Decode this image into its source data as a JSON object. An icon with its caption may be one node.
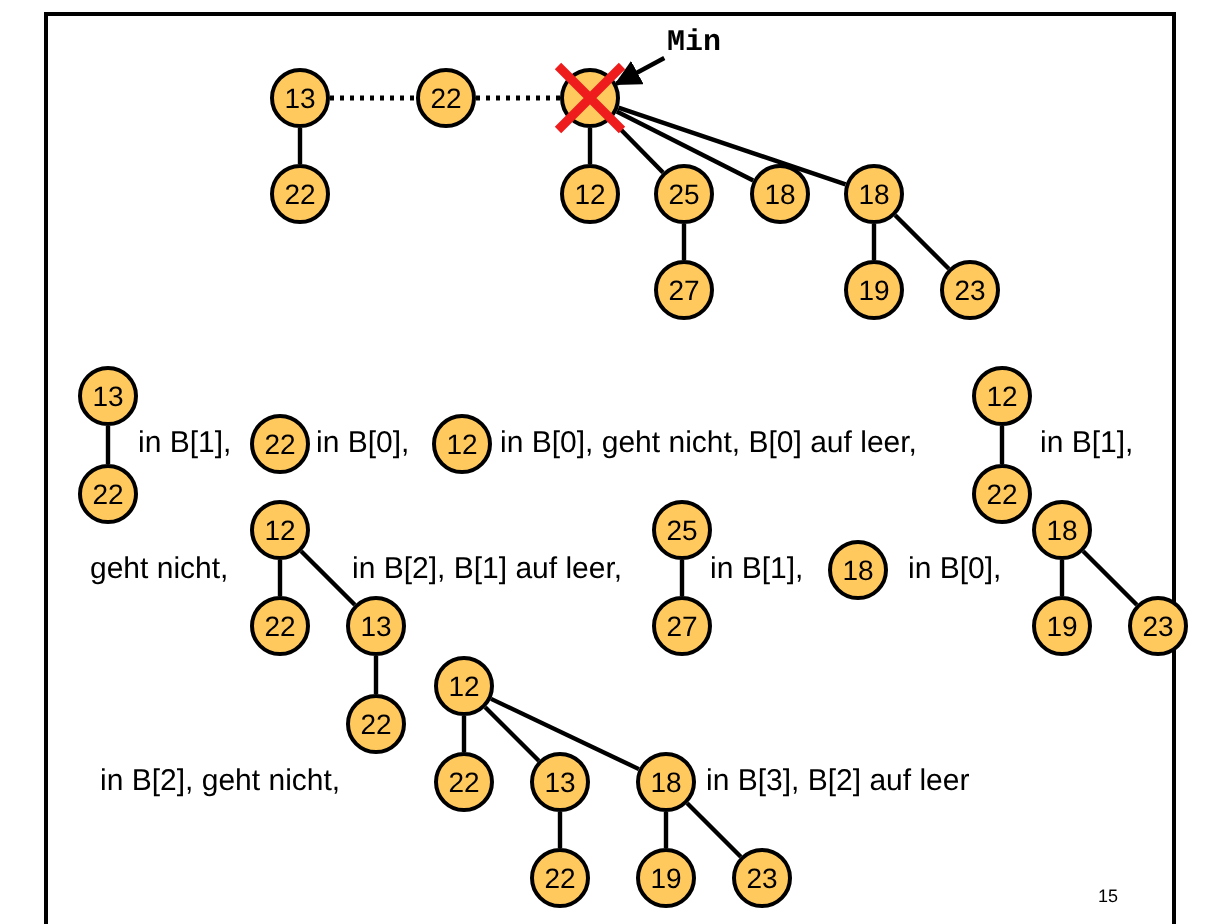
{
  "diagram": {
    "nodes": [
      {
        "text": [
          "13"
        ]
      },
      {
        "text": [
          "22"
        ]
      },
      {
        "text": [
          "22"
        ]
      },
      {
        "text": [],
        "shape": "circle"
      },
      {
        "text": [
          "12"
        ]
      },
      {
        "text": [
          "25"
        ]
      },
      {
        "text": [
          "18"
        ]
      },
      {
        "text": [
          "18"
        ]
      },
      {
        "text": [
          "27"
        ]
      },
      {
        "text": [
          "19"
        ]
      },
      {
        "text": [
          "23"
        ]
      },
      {
        "text": [
          "Min"
        ]
      },
      {
        "text": [
          "13"
        ]
      },
      {
        "text": [
          "22"
        ]
      },
      {
        "text": [
          "22"
        ]
      },
      {
        "text": [
          "12"
        ]
      },
      {
        "text": [
          "12"
        ]
      },
      {
        "text": [
          "22"
        ]
      },
      {
        "text": [
          "12"
        ]
      },
      {
        "text": [
          "22"
        ]
      },
      {
        "text": [
          "13"
        ]
      },
      {
        "text": [
          "22"
        ]
      },
      {
        "text": [
          "25"
        ]
      },
      {
        "text": [
          "27"
        ]
      },
      {
        "text": [
          "18"
        ]
      },
      {
        "text": [
          "18"
        ]
      },
      {
        "text": [
          "19"
        ]
      },
      {
        "text": [
          "23"
        ]
      },
      {
        "text": [
          "12"
        ]
      },
      {
        "text": [
          "22"
        ]
      },
      {
        "text": [
          "13"
        ]
      },
      {
        "text": [
          "18"
        ]
      },
      {
        "text": [
          "22"
        ]
      },
      {
        "text": [
          "19"
        ]
      },
      {
        "text": [
          "23"
        ]
      }
    ],
    "edges": [
      {
        "from": 0,
        "to": 2,
        "arrow": "none",
        "style": "dashed"
      },
      {
        "from": 2,
        "to": 3,
        "arrow": "none",
        "style": "dashed"
      },
      {
        "from": 0,
        "to": 1,
        "arrow": "none"
      },
      {
        "from": 3,
        "to": 4,
        "arrow": "none"
      },
      {
        "from": 3,
        "to": 5,
        "arrow": "none"
      },
      {
        "from": 3,
        "to": 6,
        "arrow": "none"
      },
      {
        "from": 3,
        "to": 7,
        "arrow": "none"
      },
      {
        "from": 5,
        "to": 8,
        "arrow": "none"
      },
      {
        "from": 7,
        "to": 9,
        "arrow": "none"
      },
      {
        "from": 7,
        "to": 10,
        "arrow": "none"
      },
      {
        "from": 11,
        "to": 3,
        "arrow": "to"
      },
      {
        "from": 12,
        "to": 13,
        "arrow": "none"
      },
      {
        "from": 16,
        "to": 17,
        "arrow": "none"
      },
      {
        "from": 18,
        "to": 19,
        "arrow": "none"
      },
      {
        "from": 18,
        "to": 20,
        "arrow": "none"
      },
      {
        "from": 20,
        "to": 21,
        "arrow": "none"
      },
      {
        "from": 22,
        "to": 23,
        "arrow": "none"
      },
      {
        "from": 25,
        "to": 26,
        "arrow": "none"
      },
      {
        "from": 25,
        "to": 27,
        "arrow": "none"
      },
      {
        "from": 28,
        "to": 29,
        "arrow": "none"
      },
      {
        "from": 28,
        "to": 30,
        "arrow": "none"
      },
      {
        "from": 28,
        "to": 31,
        "arrow": "none"
      },
      {
        "from": 30,
        "to": 32,
        "arrow": "none"
      },
      {
        "from": 31,
        "to": 33,
        "arrow": "none"
      },
      {
        "from": 31,
        "to": 34,
        "arrow": "none"
      }
    ],
    "labels": [
      "in B[1],",
      "in B[0],",
      "in B[0], geht nicht, B[0] auf leer,",
      "in B[1],",
      "geht nicht,",
      "in B[2], B[1] auf leer,",
      "in B[1],",
      "in B[0],",
      "in B[2], geht nicht,",
      "in B[3], B[2] auf leer",
      "15"
    ]
  }
}
